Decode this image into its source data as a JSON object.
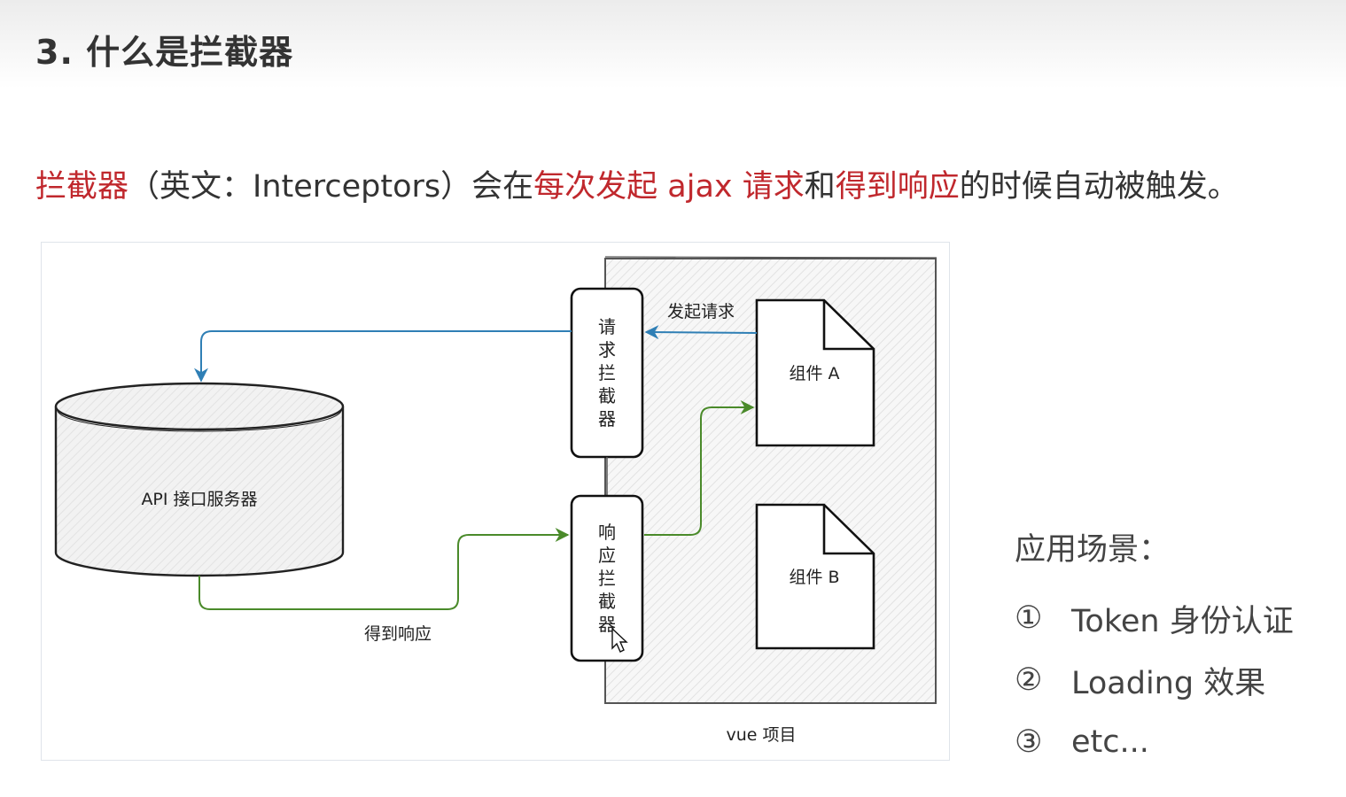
{
  "slide": {
    "title": "3. 什么是拦截器",
    "intro": {
      "segments": [
        {
          "text": "拦截器",
          "color": "red"
        },
        {
          "text": "（英文：Interceptors）会在",
          "color": "normal"
        },
        {
          "text": "每次发起 ajax 请求",
          "color": "red"
        },
        {
          "text": "和",
          "color": "normal"
        },
        {
          "text": "得到响应",
          "color": "red"
        },
        {
          "text": "的时候自动被触发。",
          "color": "normal"
        }
      ]
    },
    "scenarios": {
      "title": "应用场景：",
      "items": [
        {
          "num": "①",
          "text": "Token 身份认证"
        },
        {
          "num": "②",
          "text": "Loading 效果"
        },
        {
          "num": "③",
          "text": "etc..."
        }
      ]
    }
  },
  "diagram": {
    "server_label": "API 接口服务器",
    "request_interceptor_chars": [
      "请",
      "求",
      "拦",
      "截",
      "器"
    ],
    "response_interceptor_chars": [
      "响",
      "应",
      "拦",
      "截",
      "器"
    ],
    "component_a": "组件 A",
    "component_b": "组件 B",
    "send_request_label": "发起请求",
    "get_response_label": "得到响应",
    "vue_project_label": "vue 项目"
  },
  "colors": {
    "highlight_red": "#c0282d",
    "body_text": "#333333",
    "request_arrow_blue": "#2f7fb5",
    "response_arrow_green": "#4a8a2a",
    "sketch_stroke": "#111111"
  }
}
